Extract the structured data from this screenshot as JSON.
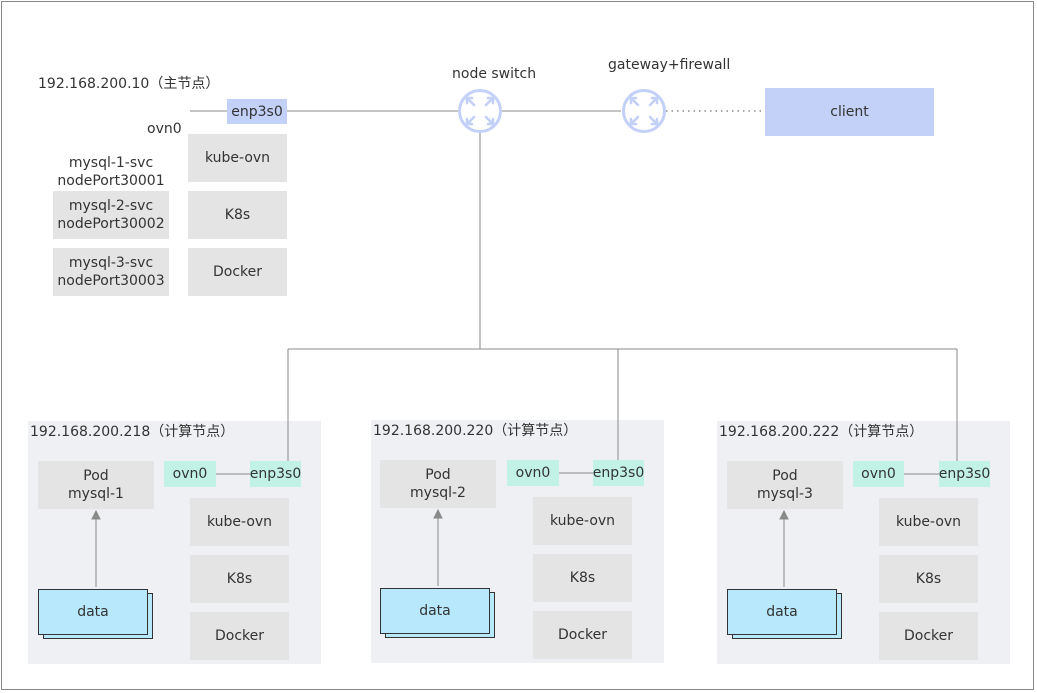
{
  "master": {
    "title": "192.168.200.10（主节点）",
    "iface": "enp3s0",
    "ovn": "ovn0",
    "services": [
      {
        "name": "mysql-1-svc",
        "port": "nodePort30001"
      },
      {
        "name": "mysql-2-svc",
        "port": "nodePort30002"
      },
      {
        "name": "mysql-3-svc",
        "port": "nodePort30003"
      }
    ],
    "stack": [
      "kube-ovn",
      "K8s",
      "Docker"
    ]
  },
  "network": {
    "node_switch": "node switch",
    "gateway": "gateway+firewall",
    "client": "client",
    "icon": "router-icon"
  },
  "workers": [
    {
      "title": "192.168.200.218（计算节点）",
      "pod": "Pod",
      "pod_name": "mysql-1",
      "data": "data",
      "ovn": "ovn0",
      "iface": "enp3s0",
      "stack": [
        "kube-ovn",
        "K8s",
        "Docker"
      ]
    },
    {
      "title": "192.168.200.220（计算节点）",
      "pod": "Pod",
      "pod_name": "mysql-2",
      "data": "data",
      "ovn": "ovn0",
      "iface": "enp3s0",
      "stack": [
        "kube-ovn",
        "K8s",
        "Docker"
      ]
    },
    {
      "title": "192.168.200.222（计算节点）",
      "pod": "Pod",
      "pod_name": "mysql-3",
      "data": "data",
      "ovn": "ovn0",
      "iface": "enp3s0",
      "stack": [
        "kube-ovn",
        "K8s",
        "Docker"
      ]
    }
  ],
  "colors": {
    "iface_blue": "#c3d0f7",
    "ovn_teal": "#c2f2e5",
    "data_blue": "#b8e8fb",
    "box_grey": "#e4e4e4",
    "panel_grey": "#eef0f3"
  }
}
